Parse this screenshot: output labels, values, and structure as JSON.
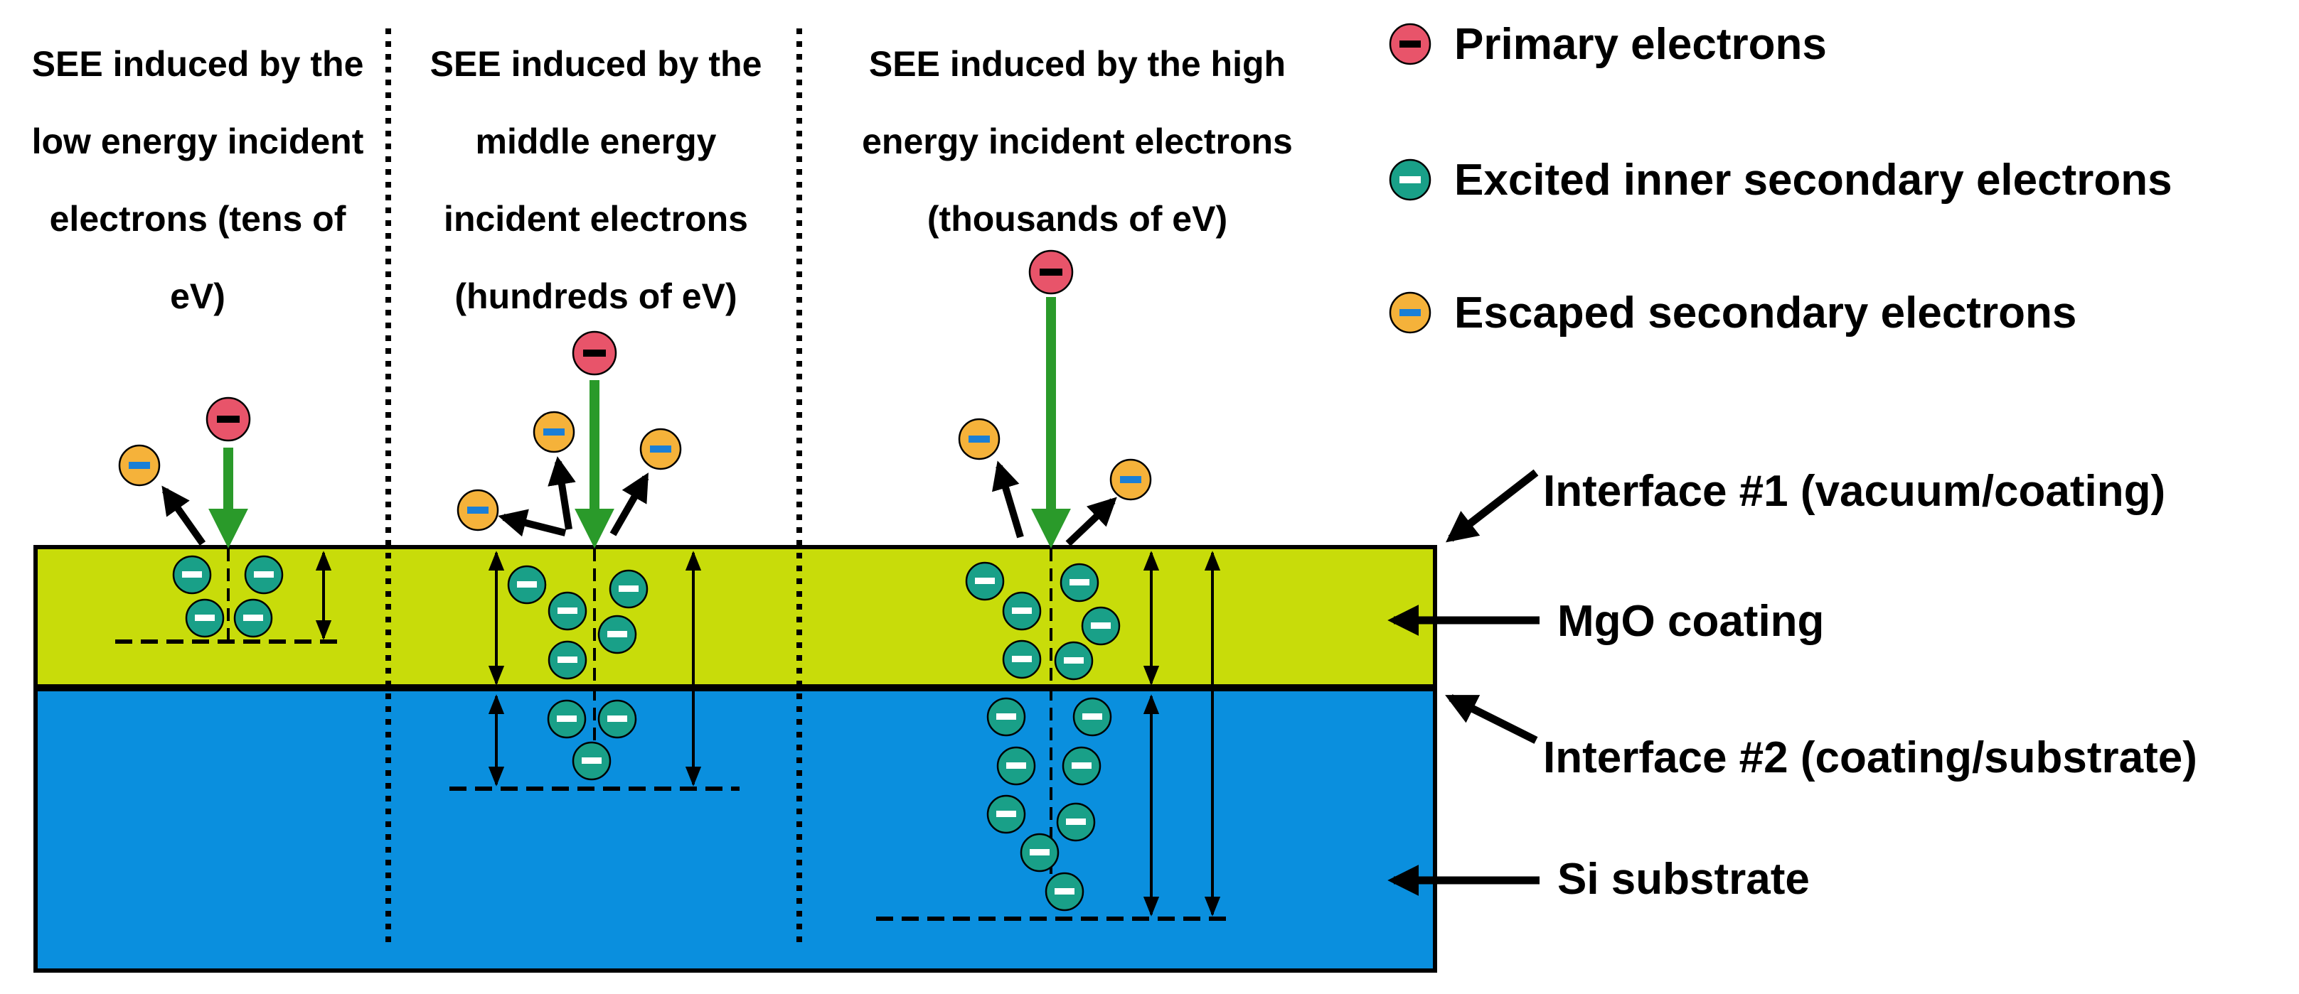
{
  "columns": [
    {
      "lines": [
        "SEE induced by the",
        "low energy incident",
        "electrons (tens of",
        "eV)"
      ]
    },
    {
      "lines": [
        "SEE induced by the",
        "middle energy",
        "incident electrons",
        "(hundreds of eV)"
      ]
    },
    {
      "lines": [
        "SEE induced by the high",
        "energy incident electrons",
        "(thousands of eV)"
      ]
    }
  ],
  "legend": [
    {
      "label": "Primary electrons",
      "color": "#e8546a",
      "mark": "#000000"
    },
    {
      "label": "Excited inner secondary electrons",
      "color": "#19a088",
      "mark": "#ffffff"
    },
    {
      "label": "Escaped secondary electrons",
      "color": "#f5b23a",
      "mark": "#1a7fd6"
    }
  ],
  "layers": {
    "coating_color": "#c8dc0a",
    "substrate_color": "#0a8fde"
  },
  "labels": {
    "interface1": "Interface #1 (vacuum/coating)",
    "coating": "MgO coating",
    "interface2": "Interface #2 (coating/substrate)",
    "substrate": "Si substrate"
  }
}
